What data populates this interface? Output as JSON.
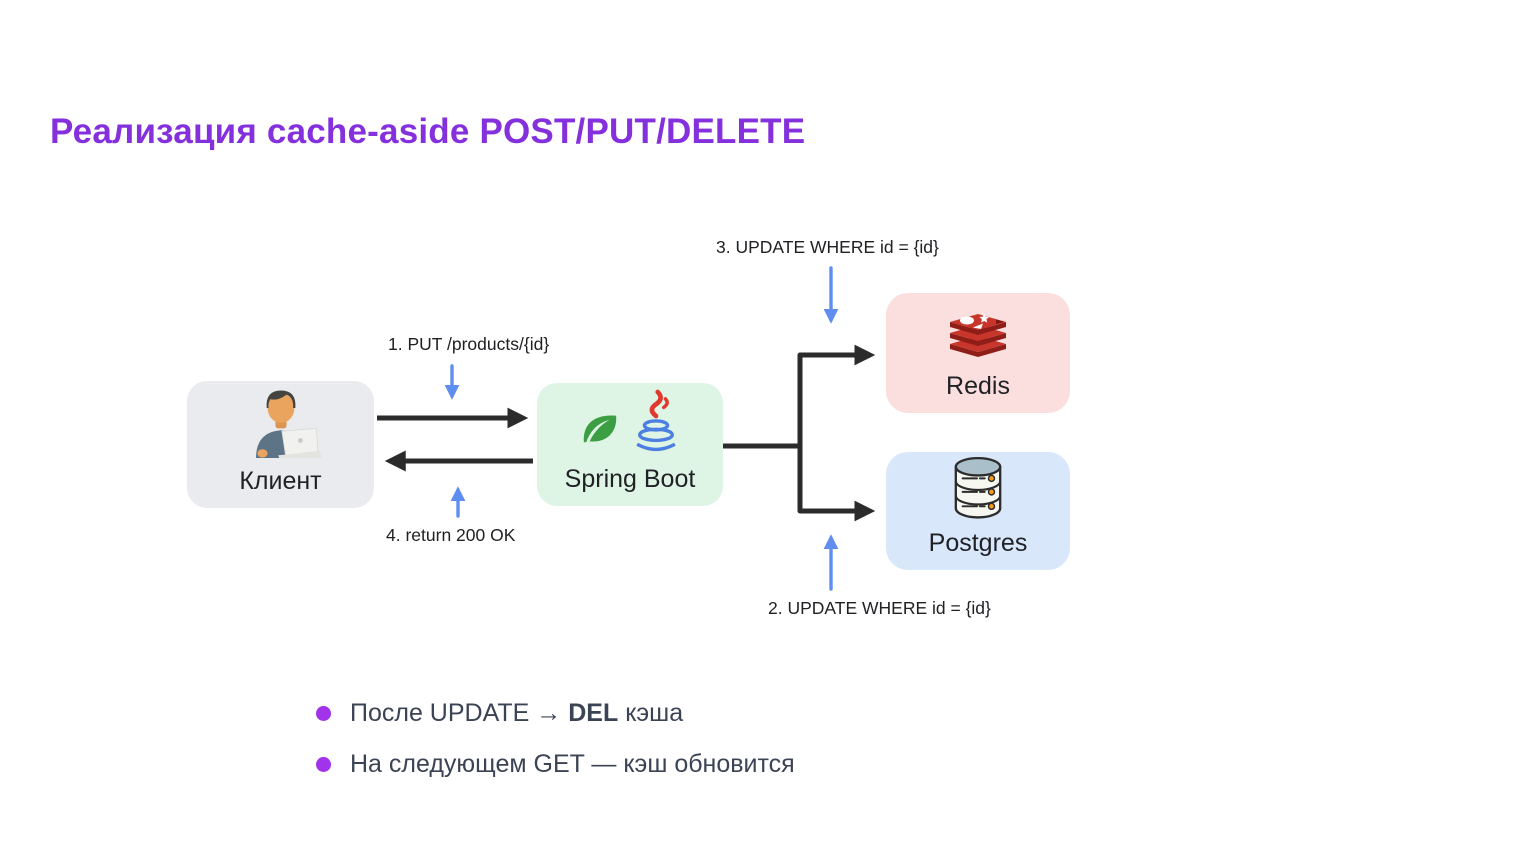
{
  "slide": {
    "title": "Реализация cache-aside POST/PUT/DELETE"
  },
  "diagram": {
    "nodes": {
      "client": {
        "label": "Клиент",
        "icon": "person-at-laptop-icon",
        "bg": "#e9ebee"
      },
      "spring": {
        "label": "Spring Boot",
        "icons": [
          "spring-leaf-icon",
          "java-icon"
        ],
        "bg": "#def5e5"
      },
      "redis": {
        "label": "Redis",
        "icon": "redis-stack-icon",
        "bg": "#fbdfdf"
      },
      "postgres": {
        "label": "Postgres",
        "icon": "database-cylinder-icon",
        "bg": "#d9e7fb"
      }
    },
    "arrow_labels": {
      "step1": "1. PUT /products/{id}",
      "step2": "2. UPDATE WHERE id = {id}",
      "step3": "3. UPDATE WHERE id = {id}",
      "step4": "4. return 200 OK"
    }
  },
  "bullets": [
    {
      "pre": "После UPDATE → ",
      "bold": "DEL",
      "post": " кэша"
    },
    {
      "pre": "На следующем GET — кэш обновится",
      "bold": "",
      "post": ""
    }
  ],
  "colors": {
    "title_purple": "#8430dc",
    "bullet_purple": "#a133ea",
    "flow_arrow_black": "#2b2b2b",
    "annotation_arrow_blue": "#5f8ef0",
    "bullet_text": "#3b4454"
  }
}
